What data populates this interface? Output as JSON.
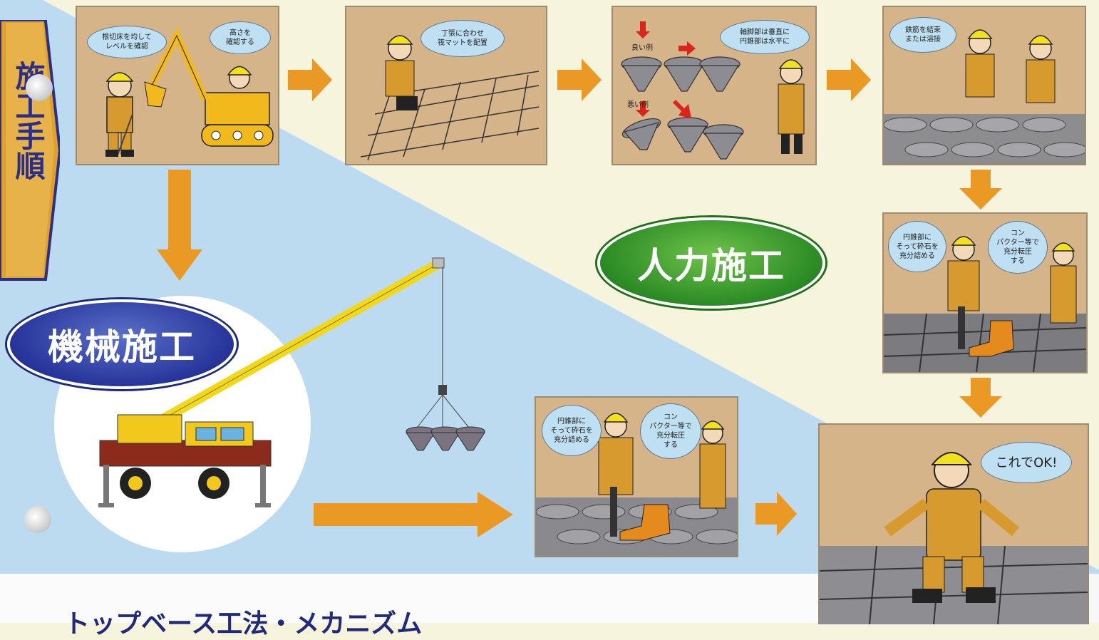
{
  "steps_title": "施工手順",
  "methods": {
    "manual": "人力施工",
    "machine": "機械施工"
  },
  "panels": {
    "p1": {
      "bubble_left": "根切床を均して\nレベルを確認",
      "bubble_right": "高さを\n確認する"
    },
    "p2": {
      "bubble": "丁張に合わせ\n筏マットを配置"
    },
    "p3": {
      "bubble": "軸脚部は垂直に\n円錐部は水平に",
      "good_label": "良い例",
      "bad_label": "悪い例"
    },
    "p4": {
      "bubble": "鉄筋を結束\nまたは溶接"
    },
    "p5": {
      "bubble_left": "円錐部に\nそって砕石を\n充分詰める",
      "bubble_right": "コン\nパクター等で\n充分転圧\nする"
    },
    "p6": {
      "bubble_left": "円錐部に\nそって砕石を\n充分詰める",
      "bubble_right": "コン\nパクター等で\n充分転圧\nする"
    },
    "p7": {
      "bubble": "これでOK!"
    }
  },
  "bottom_title": "トップベース工法・メカニズム",
  "colors": {
    "arrow": "#ea9a24",
    "tab": "#e0a02c",
    "tab_text": "#2b2f86",
    "manual_badge": "#2a8a24",
    "machine_badge": "#27349a",
    "panel_bg": "#d6b48a",
    "bubble": "#bfe0f2",
    "sky": "#bcdaf0"
  }
}
